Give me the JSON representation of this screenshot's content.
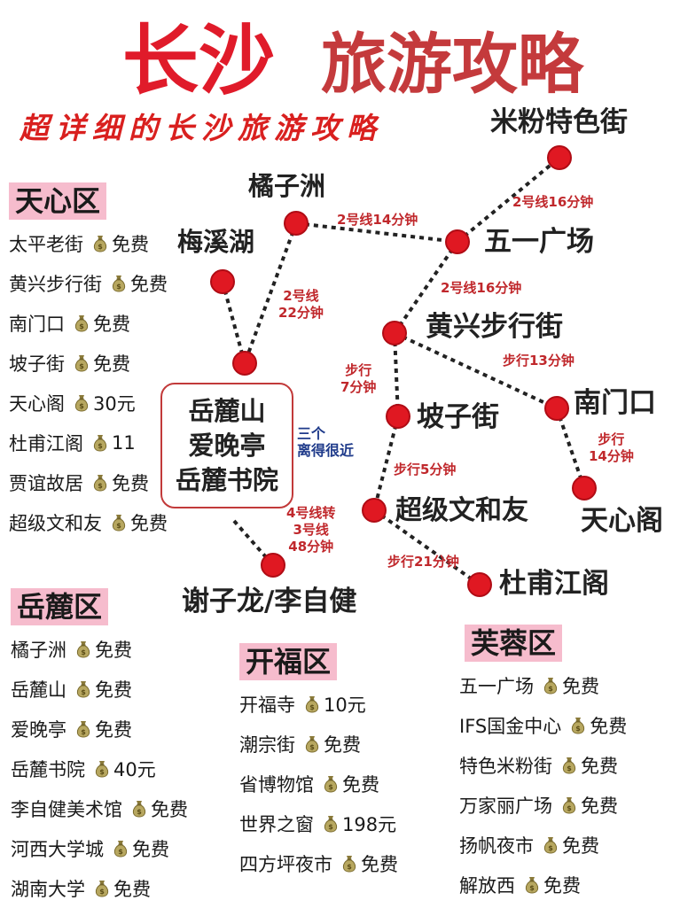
{
  "title": {
    "part1": "长沙",
    "part2": "旅游攻略",
    "color1": "#e01b2a",
    "color2": "#c43a3c"
  },
  "subtitle": "超详细的长沙旅游攻略",
  "map": {
    "stations": [
      {
        "id": "mifen",
        "name": "米粉特色街"
      },
      {
        "id": "juzizhou",
        "name": "橘子洲"
      },
      {
        "id": "wuyi",
        "name": "五一广场"
      },
      {
        "id": "meixihu",
        "name": "梅溪湖"
      },
      {
        "id": "huangxing",
        "name": "黄兴步行街"
      },
      {
        "id": "yuelu",
        "name": ""
      },
      {
        "id": "pozijie",
        "name": "坡子街"
      },
      {
        "id": "nanmenkou",
        "name": "南门口"
      },
      {
        "id": "tianxinge",
        "name": "天心阁"
      },
      {
        "id": "chaoji",
        "name": "超级文和友"
      },
      {
        "id": "xiezilong",
        "name": "谢子龙/李自健"
      },
      {
        "id": "dufu",
        "name": "杜甫江阁"
      }
    ],
    "yuelu_box": [
      "岳麓山",
      "爱晚亭",
      "岳麓书院"
    ],
    "yuelu_note": [
      "三个",
      "离得很近"
    ],
    "transit_labels": [
      {
        "id": "t1",
        "lines": [
          "2号线14分钟"
        ]
      },
      {
        "id": "t2",
        "lines": [
          "2号线16分钟"
        ]
      },
      {
        "id": "t3",
        "lines": [
          "2号线16分钟"
        ]
      },
      {
        "id": "t4",
        "lines": [
          "2号线",
          "22分钟"
        ]
      },
      {
        "id": "t5",
        "lines": [
          "步行",
          "7分钟"
        ]
      },
      {
        "id": "t6",
        "lines": [
          "步行13分钟"
        ]
      },
      {
        "id": "t7",
        "lines": [
          "步行",
          "14分钟"
        ]
      },
      {
        "id": "t8",
        "lines": [
          "步行5分钟"
        ]
      },
      {
        "id": "t9",
        "lines": [
          "4号线转",
          "3号线",
          "48分钟"
        ]
      },
      {
        "id": "t10",
        "lines": [
          "步行21分钟"
        ]
      }
    ]
  },
  "districts": [
    {
      "id": "tianxin",
      "name": "天心区",
      "items": [
        {
          "place": "太平老街",
          "price": "免费"
        },
        {
          "place": "黄兴步行街",
          "price": "免费"
        },
        {
          "place": "南门口",
          "price": "免费"
        },
        {
          "place": "坡子街",
          "price": "免费"
        },
        {
          "place": "天心阁",
          "price": "30元"
        },
        {
          "place": "杜甫江阁",
          "price": "11"
        },
        {
          "place": "贾谊故居",
          "price": "免费"
        },
        {
          "place": "超级文和友",
          "price": "免费"
        }
      ]
    },
    {
      "id": "yuelu",
      "name": "岳麓区",
      "items": [
        {
          "place": "橘子洲",
          "price": "免费"
        },
        {
          "place": "岳麓山",
          "price": "免费"
        },
        {
          "place": "爱晚亭",
          "price": "免费"
        },
        {
          "place": "岳麓书院",
          "price": "40元"
        },
        {
          "place": "李自健美术馆",
          "price": "免费"
        },
        {
          "place": "河西大学城",
          "price": "免费"
        },
        {
          "place": "湖南大学",
          "price": "免费"
        }
      ]
    },
    {
      "id": "kaifu",
      "name": "开福区",
      "items": [
        {
          "place": "开福寺",
          "price": "10元"
        },
        {
          "place": "潮宗街",
          "price": "免费"
        },
        {
          "place": "省博物馆",
          "price": "免费"
        },
        {
          "place": "世界之窗",
          "price": "198元"
        },
        {
          "place": "四方坪夜市",
          "price": "免费"
        }
      ]
    },
    {
      "id": "furong",
      "name": "芙蓉区",
      "items": [
        {
          "place": "五一广场",
          "price": "免费"
        },
        {
          "place": "IFS国金中心",
          "price": "免费"
        },
        {
          "place": "特色米粉街",
          "price": "免费"
        },
        {
          "place": "万家丽广场",
          "price": "免费"
        },
        {
          "place": "扬帆夜市",
          "price": "免费"
        },
        {
          "place": "解放西",
          "price": "免费"
        }
      ]
    }
  ],
  "icons": {
    "money": "money-bag-icon"
  },
  "colors": {
    "station": "#e01822",
    "route": "#222222",
    "transit_label": "#c0282c",
    "district_bg": "#f6bccd",
    "note": "#1e3a8a"
  }
}
